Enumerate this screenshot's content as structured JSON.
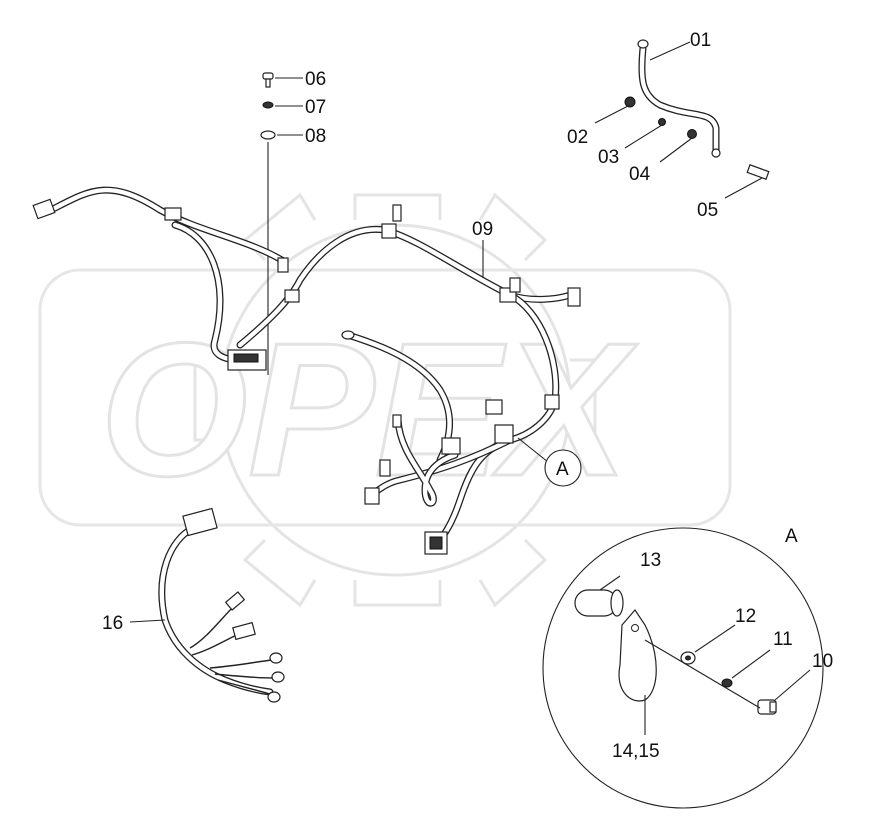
{
  "watermark": {
    "text": "OPEX"
  },
  "callouts": {
    "c01": "01",
    "c02": "02",
    "c03": "03",
    "c04": "04",
    "c05": "05",
    "c06": "06",
    "c07": "07",
    "c08": "08",
    "c09": "09",
    "c10": "10",
    "c11": "11",
    "c12": "12",
    "c13": "13",
    "c14_15": "14,15",
    "c16": "16"
  },
  "detail": {
    "marker": "A",
    "title": "A"
  }
}
